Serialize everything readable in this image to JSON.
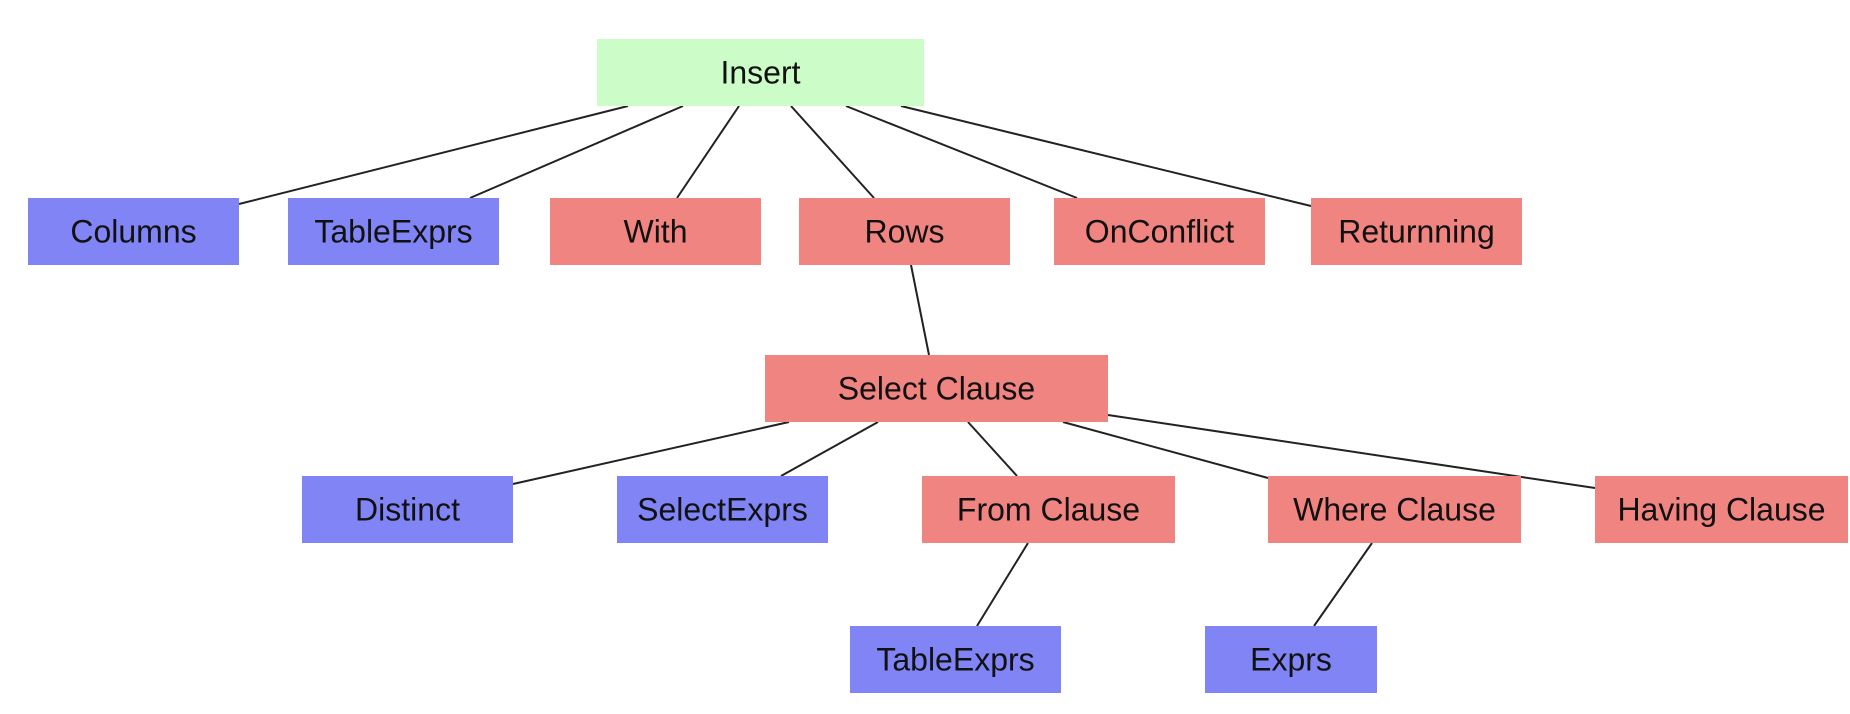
{
  "colors": {
    "root": "#ccfcc8",
    "clause": "#f08480",
    "expression": "#8084f4"
  },
  "nodes": [
    {
      "id": "insert",
      "label": "Insert",
      "kind": "root"
    },
    {
      "id": "columns",
      "label": "Columns",
      "kind": "expression"
    },
    {
      "id": "table-exprs-1",
      "label": "TableExprs",
      "kind": "expression"
    },
    {
      "id": "with",
      "label": "With",
      "kind": "clause"
    },
    {
      "id": "rows",
      "label": "Rows",
      "kind": "clause"
    },
    {
      "id": "on-conflict",
      "label": "OnConflict",
      "kind": "clause"
    },
    {
      "id": "returnning",
      "label": "Returnning",
      "kind": "clause"
    },
    {
      "id": "select-clause",
      "label": "Select Clause",
      "kind": "clause"
    },
    {
      "id": "distinct",
      "label": "Distinct",
      "kind": "expression"
    },
    {
      "id": "select-exprs",
      "label": "SelectExprs",
      "kind": "expression"
    },
    {
      "id": "from-clause",
      "label": "From Clause",
      "kind": "clause"
    },
    {
      "id": "where-clause",
      "label": "Where Clause",
      "kind": "clause"
    },
    {
      "id": "having-clause",
      "label": "Having Clause",
      "kind": "clause"
    },
    {
      "id": "table-exprs-2",
      "label": "TableExprs",
      "kind": "expression"
    },
    {
      "id": "exprs",
      "label": "Exprs",
      "kind": "expression"
    }
  ],
  "edges": [
    {
      "from": "insert",
      "to": "columns"
    },
    {
      "from": "insert",
      "to": "table-exprs-1"
    },
    {
      "from": "insert",
      "to": "with"
    },
    {
      "from": "insert",
      "to": "rows"
    },
    {
      "from": "insert",
      "to": "on-conflict"
    },
    {
      "from": "insert",
      "to": "returnning"
    },
    {
      "from": "rows",
      "to": "select-clause"
    },
    {
      "from": "select-clause",
      "to": "distinct"
    },
    {
      "from": "select-clause",
      "to": "select-exprs"
    },
    {
      "from": "select-clause",
      "to": "from-clause"
    },
    {
      "from": "select-clause",
      "to": "where-clause"
    },
    {
      "from": "select-clause",
      "to": "having-clause"
    },
    {
      "from": "from-clause",
      "to": "table-exprs-2"
    },
    {
      "from": "where-clause",
      "to": "exprs"
    }
  ]
}
